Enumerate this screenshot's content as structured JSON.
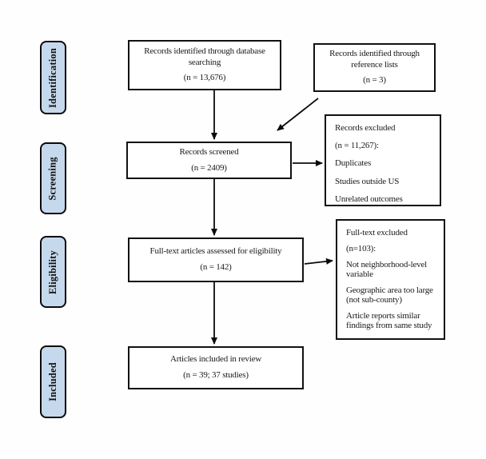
{
  "colors": {
    "stage_fill": "#c6d8ec",
    "box_border": "#111111",
    "background": "#ffffff"
  },
  "stages": [
    {
      "label": "Identification"
    },
    {
      "label": "Screening"
    },
    {
      "label": "Eligibility"
    },
    {
      "label": "Included"
    }
  ],
  "boxes": {
    "identified_db": {
      "lines": [
        "Records identified through database",
        "searching"
      ],
      "n": "(n = 13,676)"
    },
    "reference_lists": {
      "lines": [
        "Records identified through",
        "reference lists"
      ],
      "n": "(n = 3)"
    },
    "screened": {
      "lines": [
        "Records screened"
      ],
      "n": "(n = 2409)"
    },
    "records_excluded": {
      "lines": [
        "Records excluded",
        "(n = 11,267):",
        "Duplicates",
        "Studies outside US",
        "Unrelated outcomes"
      ]
    },
    "fulltext_assessed": {
      "lines": [
        "Full-text articles assessed for eligibility"
      ],
      "n": "(n = 142)"
    },
    "fulltext_excluded": {
      "lines": [
        "Full-text excluded",
        "(n=103):",
        "Not neighborhood-level variable",
        "Geographic area too large (not sub-county)",
        "Article reports similar findings from same study"
      ]
    },
    "included_review": {
      "lines": [
        "Articles included in review"
      ],
      "n": "(n = 39; 37 studies)"
    }
  }
}
